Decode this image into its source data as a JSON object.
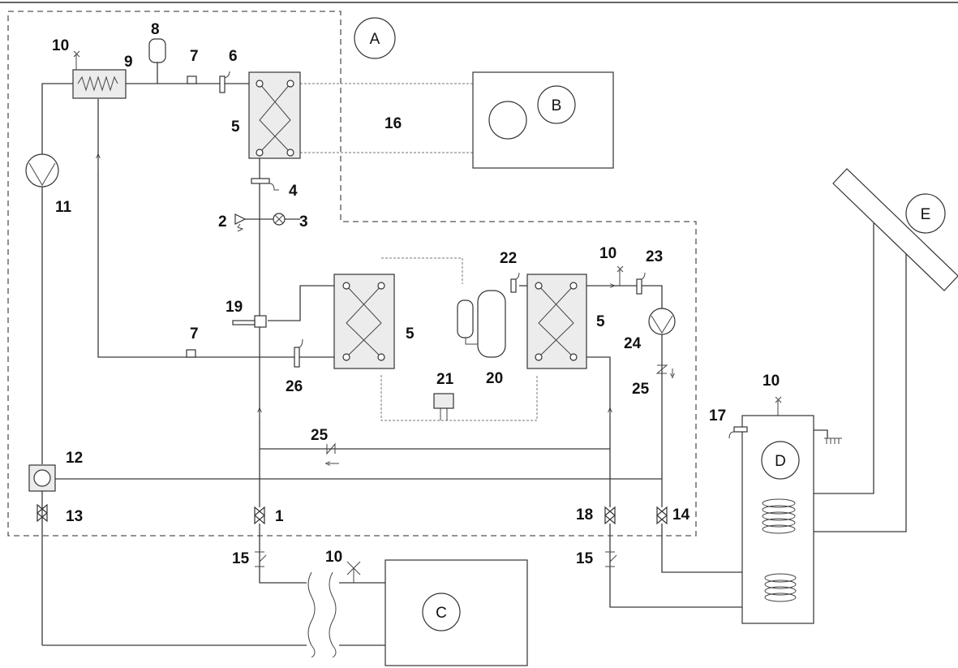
{
  "zones": {
    "A": "A",
    "B": "B",
    "C": "C",
    "D": "D",
    "E": "E"
  },
  "labels": {
    "n1": "1",
    "n2": "2",
    "n3": "3",
    "n4": "4",
    "n5a": "5",
    "n5b": "5",
    "n5c": "5",
    "n6": "6",
    "n7a": "7",
    "n7b": "7",
    "n8": "8",
    "n9": "9",
    "n10a": "10",
    "n10b": "10",
    "n10c": "10",
    "n10d": "10",
    "n11": "11",
    "n12": "12",
    "n13": "13",
    "n14": "14",
    "n15a": "15",
    "n15b": "15",
    "n16": "16",
    "n17": "17",
    "n18": "18",
    "n19": "19",
    "n20": "20",
    "n21": "21",
    "n22": "22",
    "n23": "23",
    "n24": "24",
    "n25a": "25",
    "n25b": "25",
    "n26": "26"
  }
}
